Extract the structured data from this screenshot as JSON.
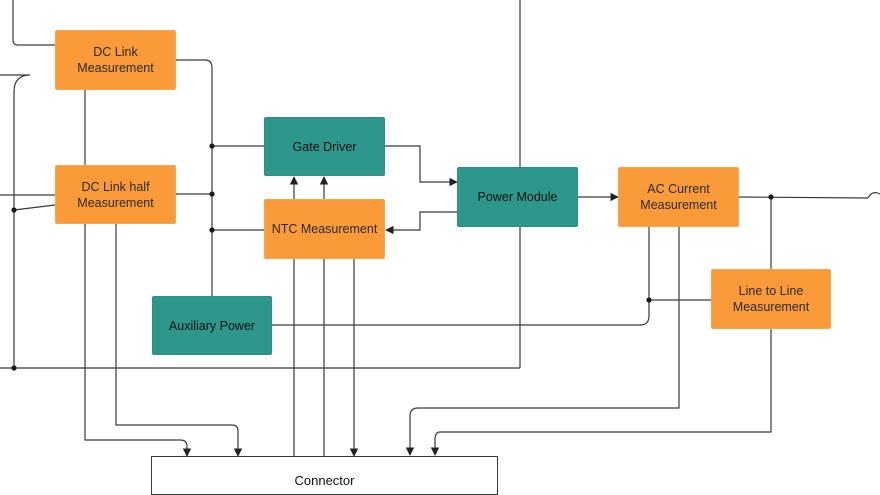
{
  "blocks": {
    "dc_link": "DC Link\nMeasurement",
    "dc_link_half": "DC Link half\nMeasurement",
    "gate_driver": "Gate Driver",
    "ntc": "NTC Measurement",
    "auxiliary": "Auxiliary Power",
    "power_module": "Power Module",
    "ac_current": "AC Current\nMeasurement",
    "line_to_line": "Line to Line\nMeasurement",
    "connector": "Connector"
  },
  "colors": {
    "measurement": "#fb9a38",
    "power": "#2e978c",
    "wire": "#3a3a3a"
  }
}
